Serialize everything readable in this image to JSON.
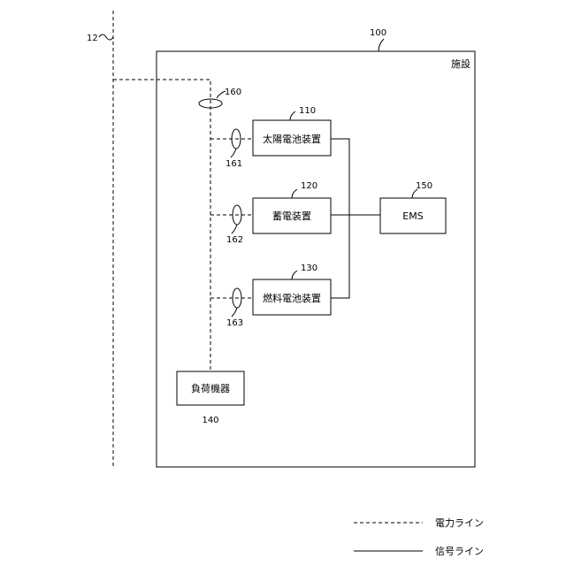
{
  "grid_line": {
    "ref": "12"
  },
  "facility": {
    "ref": "100",
    "label": "施設"
  },
  "solar": {
    "ref": "110",
    "label": "太陽電池装置"
  },
  "storage": {
    "ref": "120",
    "label": "蓄電装置"
  },
  "fuel_cell": {
    "ref": "130",
    "label": "燃料電池装置"
  },
  "load": {
    "ref": "140",
    "label": "負荷機器"
  },
  "ems": {
    "ref": "150",
    "label": "EMS"
  },
  "sensors": {
    "main": {
      "ref": "160"
    },
    "solar": {
      "ref": "161"
    },
    "storage": {
      "ref": "162"
    },
    "fuel_cell": {
      "ref": "163"
    }
  },
  "legend": {
    "power_line": "電力ライン",
    "signal_line": "信号ライン"
  }
}
